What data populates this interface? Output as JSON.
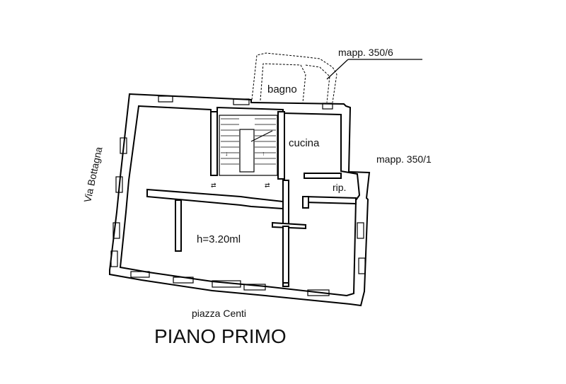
{
  "plan": {
    "title": "PIANO PRIMO",
    "labels": {
      "bagno": "bagno",
      "cucina": "cucina",
      "rip": "rip.",
      "height": "h=3.20ml",
      "street_left": "Via Bottagna",
      "street_bottom": "piazza Centi",
      "mapp_top": "mapp. 350/6",
      "mapp_right": "mapp. 350/1"
    }
  }
}
